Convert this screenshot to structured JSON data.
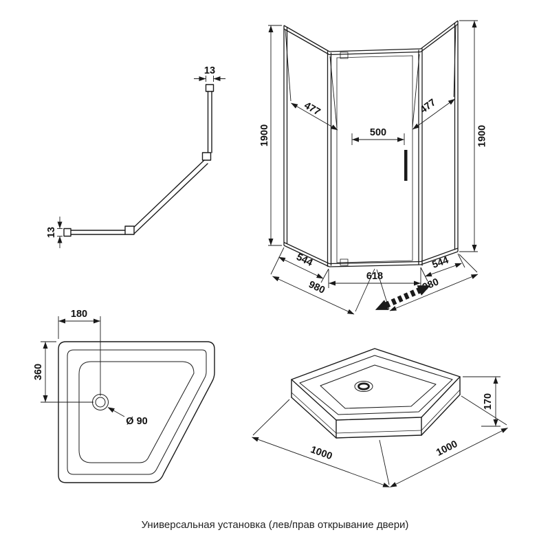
{
  "page": {
    "background": "#ffffff",
    "caption": "Универсальная установка (лев/прав открывание двери)"
  },
  "colors": {
    "line": "#1a1a1a",
    "text": "#111111"
  },
  "profile_view": {
    "dim_top": "13",
    "dim_side": "13"
  },
  "enclosure_view": {
    "dim_height_left": "1900",
    "dim_height_right": "1900",
    "dim_top_left": "477",
    "dim_top_center": "500",
    "dim_top_right": "477",
    "dim_bottom_left_inner": "544",
    "dim_bottom_left_outer": "980",
    "dim_bottom_center": "618",
    "dim_bottom_right_inner": "544",
    "dim_bottom_right_outer": "980"
  },
  "tray_plan_view": {
    "dim_drain_x": "180",
    "dim_drain_y": "360",
    "dim_drain_diameter": "Ø 90"
  },
  "tray_3d_view": {
    "dim_height": "170",
    "dim_side_left": "1000",
    "dim_side_right": "1000"
  }
}
